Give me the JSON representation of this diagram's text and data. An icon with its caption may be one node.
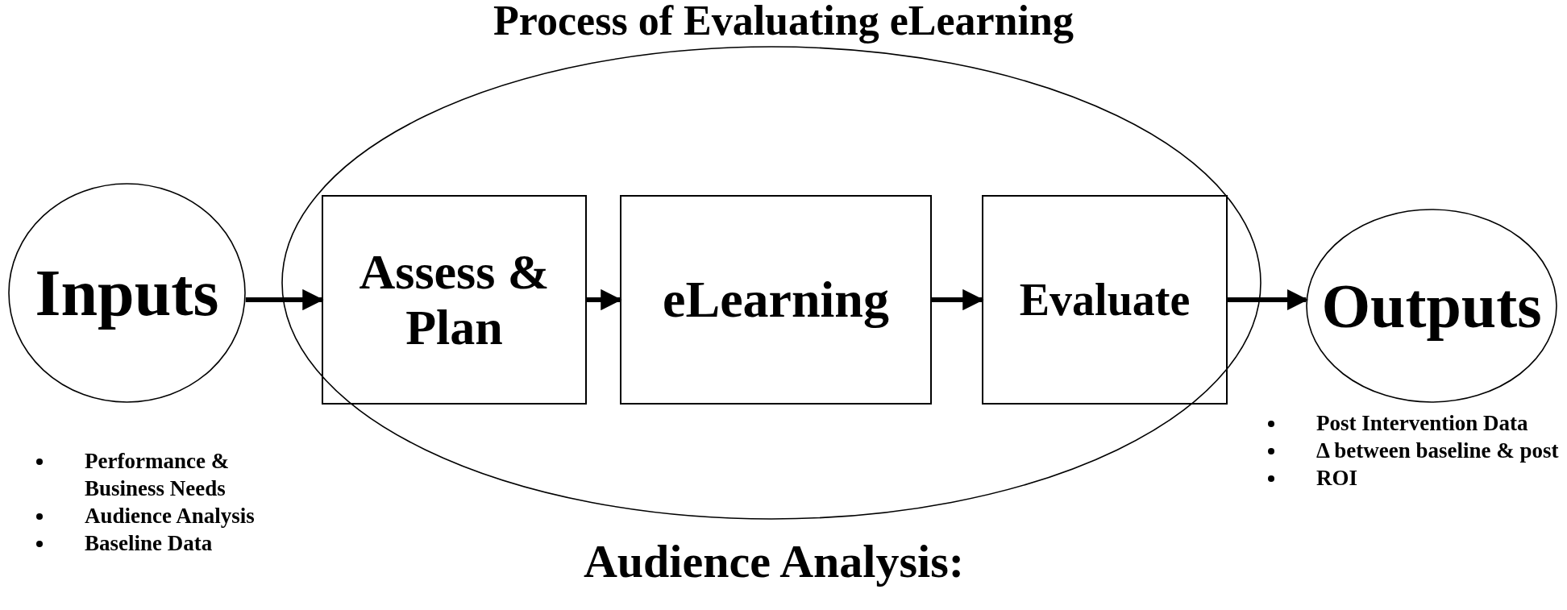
{
  "diagram": {
    "title": "Process of Evaluating eLearning",
    "nodes": [
      {
        "text": [
          "Inputs"
        ],
        "beside": [
          "Performance & Business Needs",
          "Audience Analysis",
          "Baseline Data"
        ]
      },
      {
        "text": [
          "Assess & Plan"
        ]
      },
      {
        "text": [
          "eLearning"
        ]
      },
      {
        "text": [
          "Evaluate"
        ]
      },
      {
        "text": [
          "Outputs"
        ],
        "beside": [
          "Post Intervention Data",
          "Δ between baseline & post",
          "ROI"
        ]
      }
    ],
    "edges": [
      {
        "from": 0,
        "to": 1,
        "arrow": "to"
      },
      {
        "from": 1,
        "to": 2,
        "arrow": "to"
      },
      {
        "from": 2,
        "to": 3,
        "arrow": "to"
      },
      {
        "from": 3,
        "to": 4,
        "arrow": "to"
      }
    ],
    "labels": [
      "Audience Analysis:"
    ]
  }
}
